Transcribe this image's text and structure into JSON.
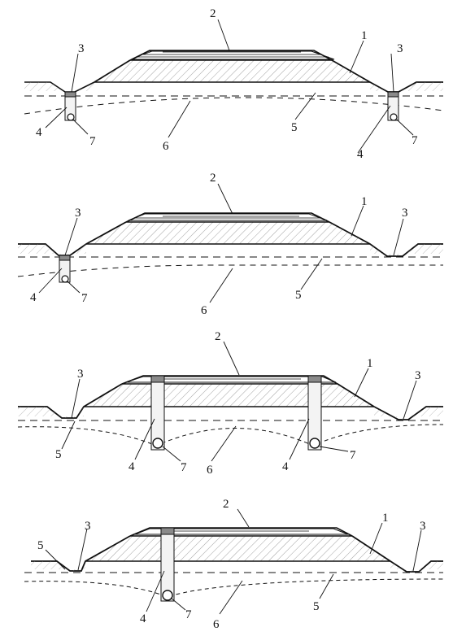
{
  "colors": {
    "line": "#111111",
    "hatch": "#777777",
    "drain_fill": "#f3f3f3",
    "cap": "#8a8a8a",
    "background": "#ffffff"
  },
  "legend_numbers": [
    "1",
    "2",
    "3",
    "4",
    "5",
    "6",
    "7"
  ],
  "panels": [
    {
      "id": "panel-1",
      "labels": [
        {
          "key": "label-2",
          "text": "2"
        },
        {
          "key": "label-1",
          "text": "1"
        },
        {
          "key": "label-3-left",
          "text": "3"
        },
        {
          "key": "label-3-right",
          "text": "3"
        },
        {
          "key": "label-4-left",
          "text": "4"
        },
        {
          "key": "label-7-left",
          "text": "7"
        },
        {
          "key": "label-4-right",
          "text": "4"
        },
        {
          "key": "label-7-right",
          "text": "7"
        },
        {
          "key": "label-6",
          "text": "6"
        },
        {
          "key": "label-5",
          "text": "5"
        }
      ]
    },
    {
      "id": "panel-2",
      "labels": [
        {
          "key": "label-2",
          "text": "2"
        },
        {
          "key": "label-1",
          "text": "1"
        },
        {
          "key": "label-3-left",
          "text": "3"
        },
        {
          "key": "label-3-right",
          "text": "3"
        },
        {
          "key": "label-4",
          "text": "4"
        },
        {
          "key": "label-7",
          "text": "7"
        },
        {
          "key": "label-6",
          "text": "6"
        },
        {
          "key": "label-5",
          "text": "5"
        }
      ]
    },
    {
      "id": "panel-3",
      "labels": [
        {
          "key": "label-2",
          "text": "2"
        },
        {
          "key": "label-1",
          "text": "1"
        },
        {
          "key": "label-3-left",
          "text": "3"
        },
        {
          "key": "label-3-right",
          "text": "3"
        },
        {
          "key": "label-5",
          "text": "5"
        },
        {
          "key": "label-4-left",
          "text": "4"
        },
        {
          "key": "label-7-left",
          "text": "7"
        },
        {
          "key": "label-6",
          "text": "6"
        },
        {
          "key": "label-4-right",
          "text": "4"
        },
        {
          "key": "label-7-right",
          "text": "7"
        }
      ]
    },
    {
      "id": "panel-4",
      "labels": [
        {
          "key": "label-2",
          "text": "2"
        },
        {
          "key": "label-1",
          "text": "1"
        },
        {
          "key": "label-5",
          "text": "5"
        },
        {
          "key": "label-3-left",
          "text": "3"
        },
        {
          "key": "label-3-right",
          "text": "3"
        },
        {
          "key": "label-4",
          "text": "4"
        },
        {
          "key": "label-7",
          "text": "7"
        },
        {
          "key": "label-6",
          "text": "6"
        },
        {
          "key": "label-5-right",
          "text": "5"
        }
      ]
    }
  ]
}
